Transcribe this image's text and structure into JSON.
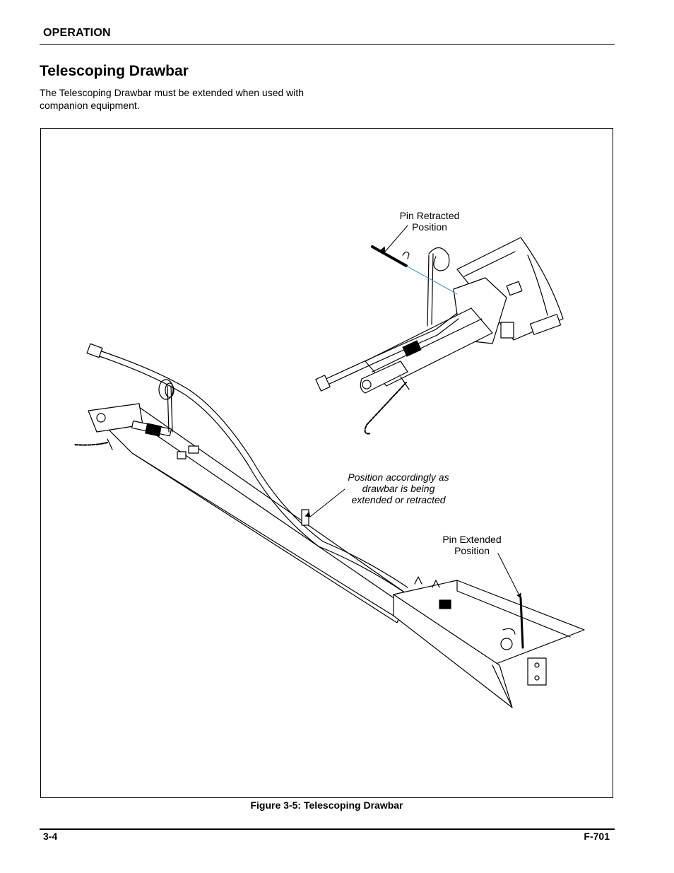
{
  "header": {
    "section": "OPERATION"
  },
  "title": "Telescoping Drawbar",
  "intro": "The Telescoping Drawbar must be extended when used with companion equipment.",
  "figure": {
    "callouts": {
      "pin_retracted": "Pin Retracted Position",
      "position_accordingly": "Position accordingly as drawbar is being extended or retracted",
      "pin_extended": "Pin Extended Position"
    },
    "caption": "Figure 3-5:  Telescoping Drawbar"
  },
  "footer": {
    "page_number": "3-4",
    "doc_id": "F-701"
  }
}
